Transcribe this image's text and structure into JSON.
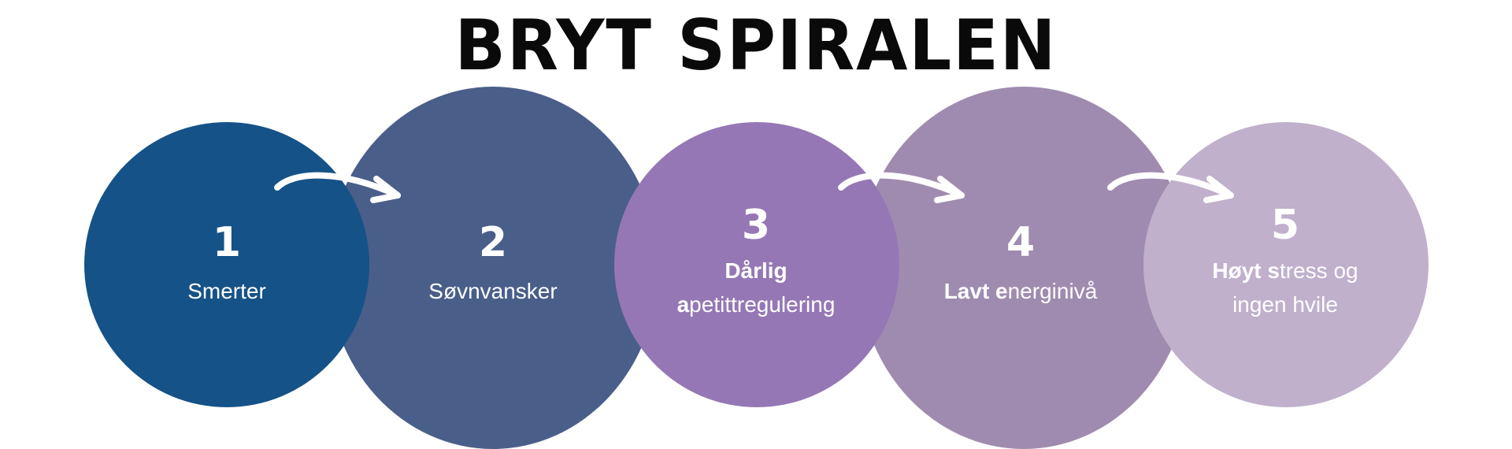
{
  "title": "BRYT SPIRALEN",
  "steps": [
    {
      "number": "1",
      "bold": "",
      "rest": "Smerter",
      "color": "#155287"
    },
    {
      "number": "2",
      "bold": "",
      "rest": "Søvnvansker",
      "color": "#4a5e8a"
    },
    {
      "number": "3",
      "bold_line1": "Dårlig",
      "bold_line2": "a",
      "rest_line2": "petittregulering",
      "color": "#9677b5"
    },
    {
      "number": "4",
      "bold": "Lavt e",
      "rest": "nerginivå",
      "color": "#a08bb0"
    },
    {
      "number": "5",
      "bold": "Høyt s",
      "rest_line1": "tress og",
      "line2": "ingen  hvile",
      "color": "#c0b0cc"
    }
  ],
  "arrow_icon": "curved-arrow-right-icon"
}
